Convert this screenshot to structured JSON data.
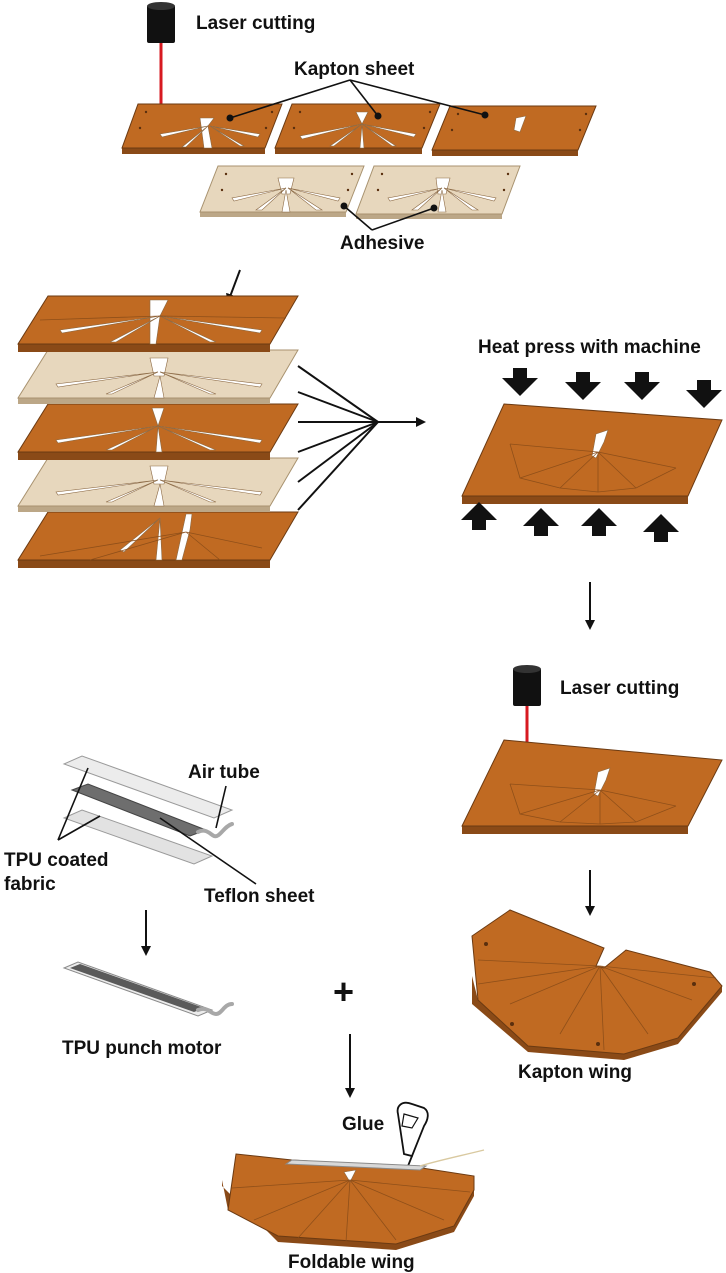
{
  "labels": {
    "laser_cutting_top": "Laser cutting",
    "kapton_sheet": "Kapton sheet",
    "adhesive": "Adhesive",
    "heat_press": "Heat press with machine",
    "laser_cutting_right": "Laser cutting",
    "air_tube": "Air tube",
    "tpu_coated_fabric": [
      "TPU coated",
      "fabric"
    ],
    "teflon_sheet": "Teflon sheet",
    "tpu_punch_motor": "TPU punch motor",
    "plus": "+",
    "kapton_wing": "Kapton wing",
    "glue": "Glue",
    "foldable_wing": "Foldable wing"
  },
  "colors": {
    "kapton": "#c06a22",
    "adhesive": "#e7d7bd",
    "laser_beam": "#d71920",
    "laser_head": "#111111",
    "tpu_fabric": "#e4e4e4",
    "teflon": "#6e6e6e"
  }
}
